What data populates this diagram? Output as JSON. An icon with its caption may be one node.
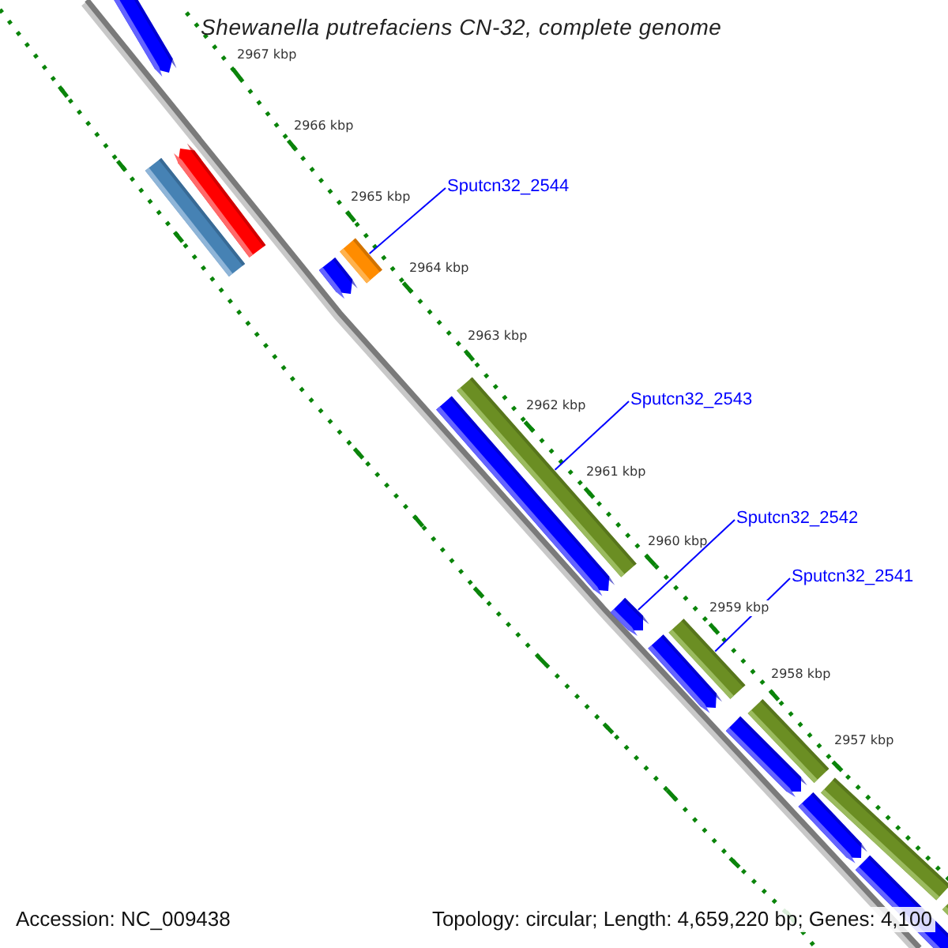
{
  "diagram": {
    "title": "Shewanella putrefaciens CN-32, complete genome",
    "nodes": [
      {
        "text": [
          "Sputcn32_2544"
        ]
      },
      {
        "text": [
          "Sputcn32_2543"
        ]
      },
      {
        "text": [
          "Sputcn32_2542"
        ]
      },
      {
        "text": [
          "Sputcn32_2541"
        ]
      },
      {
        "text": [],
        "shape": "pentagon"
      },
      {
        "text": [],
        "shape": "pentagon"
      },
      {
        "text": [],
        "shape": "bar"
      },
      {
        "text": [],
        "shape": "bar"
      },
      {
        "text": [],
        "shape": "pentagon"
      },
      {
        "text": [],
        "shape": "bar"
      },
      {
        "text": [],
        "shape": "pentagon"
      },
      {
        "text": [],
        "shape": "pentagon"
      },
      {
        "text": [],
        "shape": "bar"
      },
      {
        "text": [],
        "shape": "pentagon"
      },
      {
        "text": [],
        "shape": "bar"
      },
      {
        "text": [],
        "shape": "pentagon"
      },
      {
        "text": [],
        "shape": "bar"
      },
      {
        "text": [],
        "shape": "pentagon"
      },
      {
        "text": [],
        "shape": "pentagon"
      },
      {
        "text": [],
        "shape": "bar"
      }
    ],
    "edges": [
      {
        "from": 0,
        "to": 7,
        "arrow": "none"
      },
      {
        "from": 1,
        "to": 9,
        "arrow": "none"
      },
      {
        "from": 2,
        "to": 11,
        "arrow": "none"
      },
      {
        "from": 3,
        "to": 12,
        "arrow": "none"
      }
    ],
    "labels": [
      "2967 kbp",
      "2966 kbp",
      "2965 kbp",
      "2964 kbp",
      "2963 kbp",
      "2962 kbp",
      "2961 kbp",
      "2960 kbp",
      "2959 kbp",
      "2958 kbp",
      "2957 kbp",
      "Accession: NC_009438",
      "Topology: circular; Length: 4,659,220 bp; Genes: 4,100"
    ]
  }
}
